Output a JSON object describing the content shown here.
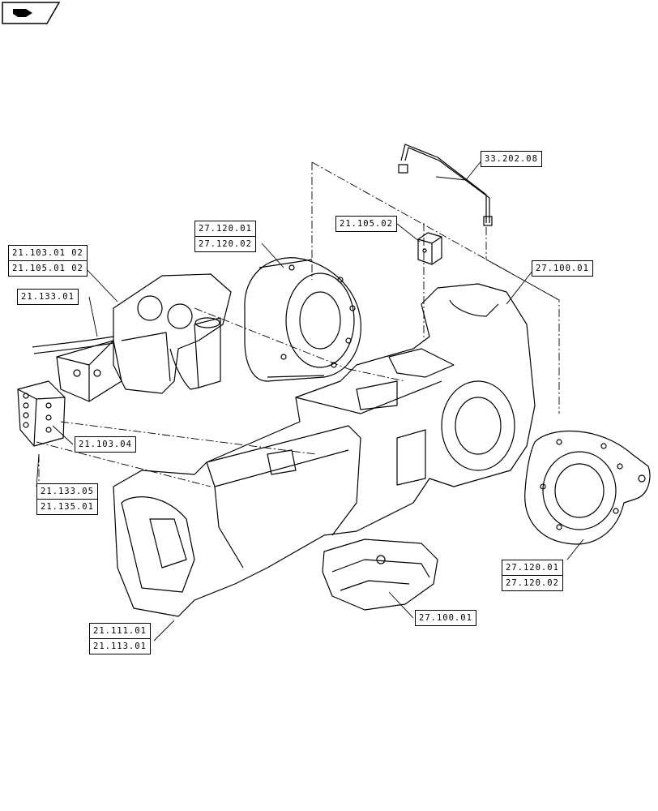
{
  "diagram": {
    "callouts": {
      "c_332": [
        "33.202.08"
      ],
      "c_211052": [
        "21.105.02"
      ],
      "c_2712_top": [
        "27.120.01",
        "27.120.02"
      ],
      "c_2110301": [
        "21.103.01 02",
        "21.105.01 02"
      ],
      "c_21133": [
        "21.133.01"
      ],
      "c_2710_top": [
        "27.100.01"
      ],
      "c_2110304": [
        "21.103.04"
      ],
      "c_21133_05": [
        "21.133.05",
        "21.135.01"
      ],
      "c_2712_right": [
        "27.120.01",
        "27.120.02"
      ],
      "c_2710_bottom": [
        "27.100.01"
      ],
      "c_21111": [
        "21.111.01",
        "21.113.01"
      ]
    },
    "nav_icon": "previous-page-arrow-icon"
  }
}
